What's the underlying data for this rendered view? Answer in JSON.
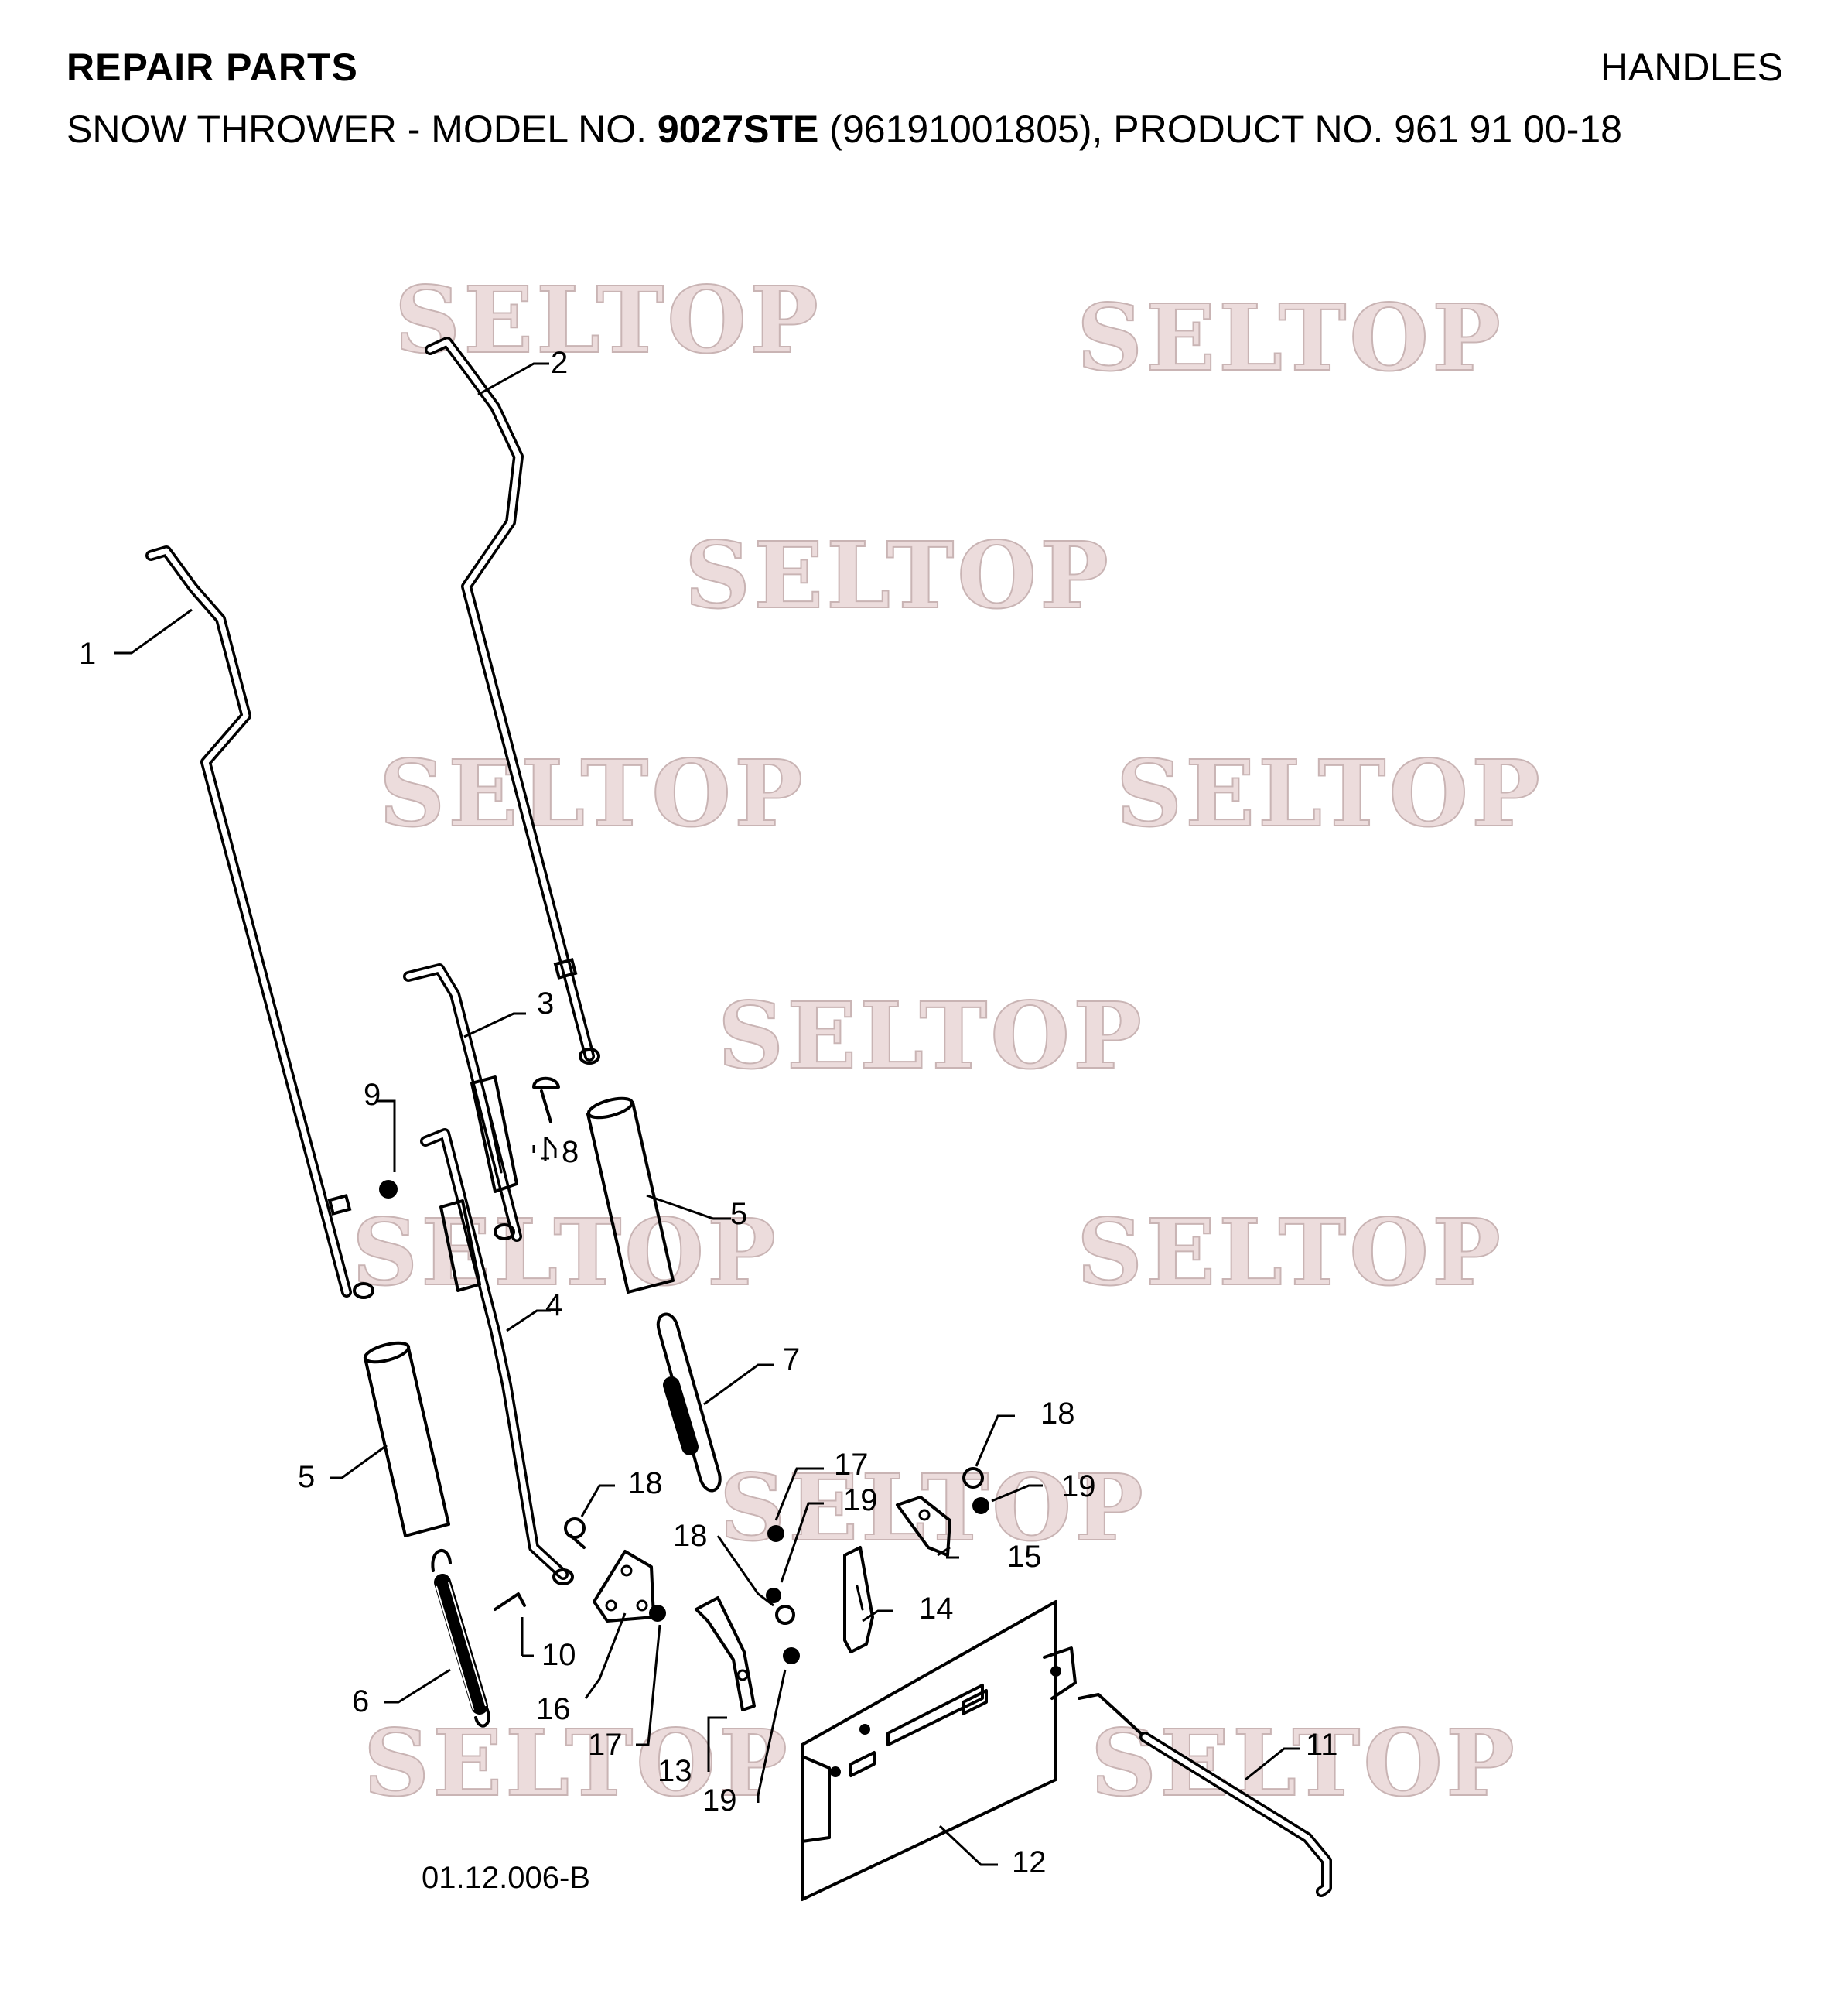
{
  "header": {
    "title_left": "REPAIR PARTS",
    "title_right": "HANDLES",
    "model_prefix": "SNOW THROWER - MODEL NO.",
    "model_number": "9027STE",
    "model_suffix": "(96191001805), PRODUCT NO. 961 91 00-18"
  },
  "watermark": "SELTOP",
  "diagram_ref": "01.12.006-B",
  "callouts": {
    "c1": "1",
    "c2": "2",
    "c3": "3",
    "c4": "4",
    "c5a": "5",
    "c5b": "5",
    "c6": "6",
    "c7": "7",
    "c8": "8",
    "c9": "9",
    "c10": "10",
    "c11": "11",
    "c12": "12",
    "c13": "13",
    "c14": "14",
    "c15": "15",
    "c16": "16",
    "c17a": "17",
    "c17b": "17",
    "c18a": "18",
    "c18b": "18",
    "c18c": "18",
    "c19a": "19",
    "c19b": "19",
    "c19c": "19"
  }
}
